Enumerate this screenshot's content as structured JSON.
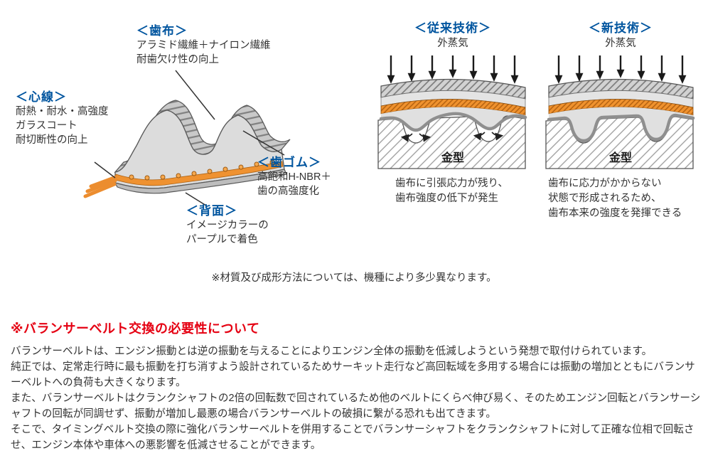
{
  "colors": {
    "label_blue": "#00559f",
    "heading_red": "#e50012",
    "cord_orange": "#ef9231",
    "body_text": "#333333"
  },
  "belt_diagram": {
    "tooth_fabric": {
      "title": "＜歯布＞",
      "lines": [
        "アラミド繊維＋ナイロン繊維",
        "耐歯欠け性の向上"
      ]
    },
    "core_wire": {
      "title": "＜心線＞",
      "lines": [
        "耐熱・耐水・高強度",
        "ガラスコート",
        "耐切断性の向上"
      ]
    },
    "tooth_rubber": {
      "title": "＜歯ゴム＞",
      "lines": [
        "高飽和H-NBR＋",
        "歯の高強度化"
      ]
    },
    "back_surface": {
      "title": "＜背面＞",
      "lines": [
        "イメージカラーの",
        "パープルで着色"
      ]
    }
  },
  "process_diagrams": {
    "conventional": {
      "title": "＜従来技術＞",
      "steam_label": "外蒸気",
      "mold_label": "金型",
      "caption_lines": [
        "歯布に引張応力が残り、",
        "歯布強度の低下が発生"
      ]
    },
    "new": {
      "title": "＜新技術＞",
      "steam_label": "外蒸気",
      "mold_label": "金型",
      "caption_lines": [
        "歯布に応力がかからない",
        "状態で形成されるため、",
        "歯布本来の強度を発揮できる"
      ]
    }
  },
  "note": "※材質及び成形方法については、機種により多少異なります。",
  "replacement_section": {
    "heading": "※バランサーベルト交換の必要性について",
    "paragraphs": [
      "バランサーベルトは、エンジン振動とは逆の振動を与えることによりエンジン全体の振動を低減しようという発想で取付けられています。",
      "純正では、定常走行時に最も振動を打ち消すよう設計されているためサーキット走行など高回転域を多用する場合には振動の増加とともにバランサーベルトへの負荷も大きくなります。",
      "また、バランサーベルトはクランクシャフトの2倍の回転数で回されているため他のベルトにくらべ伸び易く、そのためエンジン回転とバランサーシャフトの回転が同調せず、振動が増加し最悪の場合バランサーベルトの破損に繋がる恐れも出てきます。",
      "そこで、タイミングベルト交換の際に強化バランサーベルトを併用することでバランサーシャフトをクランクシャフトに対して正確な位相で回転させ、エンジン本体や車体への悪影響を低減させることができます。"
    ]
  }
}
